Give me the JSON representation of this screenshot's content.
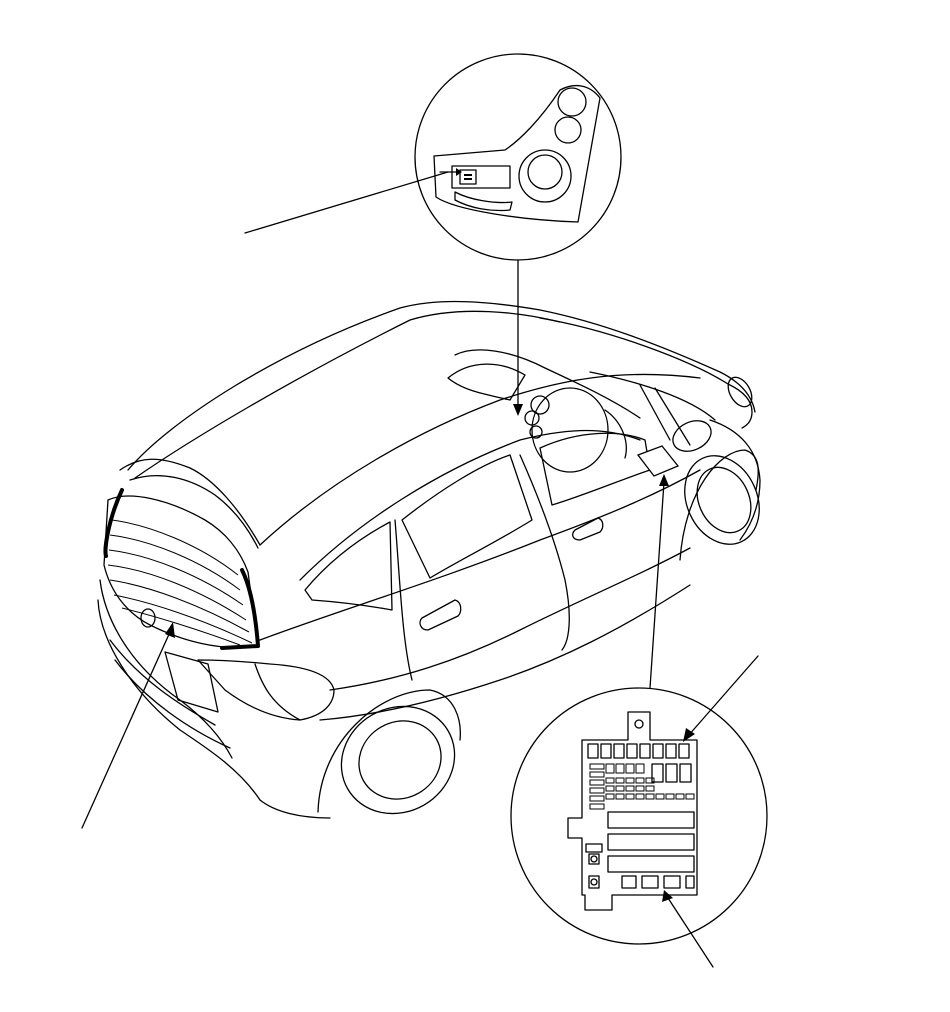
{
  "diagram": {
    "labels": [],
    "callouts": [
      {
        "name": "dash-switch-callout",
        "target": "dash-switch-detail"
      },
      {
        "name": "rear-defogger-callout",
        "target": "rear-window-defogger-grid"
      },
      {
        "name": "fuse-relay-box-callout",
        "target": "fuse-relay-box-detail"
      },
      {
        "name": "fuse-box-connector-callout",
        "target": "fuse-box-lower-connectors"
      }
    ],
    "colors": {
      "line": "#000000",
      "background": "#ffffff"
    }
  }
}
